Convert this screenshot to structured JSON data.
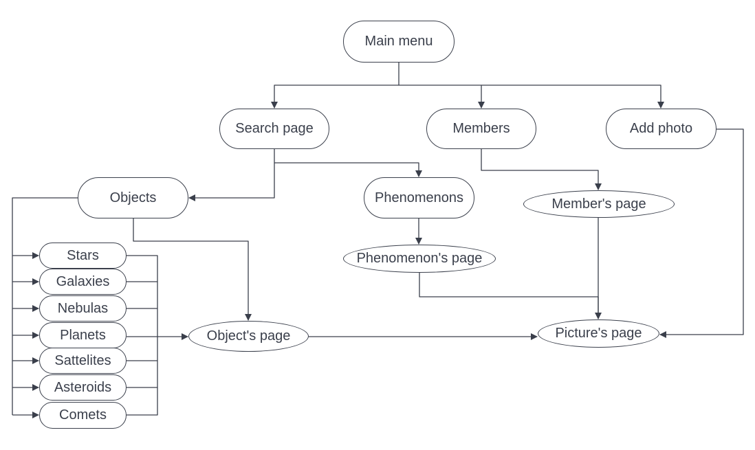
{
  "diagram": {
    "nodes": {
      "main_menu": "Main menu",
      "search_page": "Search page",
      "members": "Members",
      "add_photo": "Add photo",
      "objects": "Objects",
      "phenomenons": "Phenomenons",
      "members_page": "Member's page",
      "phenomenon_page": "Phenomenon's page",
      "stars": "Stars",
      "galaxies": "Galaxies",
      "nebulas": "Nebulas",
      "planets": "Planets",
      "sattelites": "Sattelites",
      "asteroids": "Asteroids",
      "comets": "Comets",
      "object_page": "Object's page",
      "picture_page": "Picture's page"
    },
    "edges": [
      {
        "from": "main_menu",
        "to": "search_page"
      },
      {
        "from": "main_menu",
        "to": "members"
      },
      {
        "from": "main_menu",
        "to": "add_photo"
      },
      {
        "from": "search_page",
        "to": "objects"
      },
      {
        "from": "search_page",
        "to": "phenomenons"
      },
      {
        "from": "members",
        "to": "members_page"
      },
      {
        "from": "objects",
        "to": "stars"
      },
      {
        "from": "objects",
        "to": "galaxies"
      },
      {
        "from": "objects",
        "to": "nebulas"
      },
      {
        "from": "objects",
        "to": "planets"
      },
      {
        "from": "objects",
        "to": "sattelites"
      },
      {
        "from": "objects",
        "to": "asteroids"
      },
      {
        "from": "objects",
        "to": "comets"
      },
      {
        "from": "objects",
        "to": "object_page"
      },
      {
        "from": "stars",
        "to": "object_page"
      },
      {
        "from": "galaxies",
        "to": "object_page"
      },
      {
        "from": "nebulas",
        "to": "object_page"
      },
      {
        "from": "planets",
        "to": "object_page"
      },
      {
        "from": "sattelites",
        "to": "object_page"
      },
      {
        "from": "asteroids",
        "to": "object_page"
      },
      {
        "from": "comets",
        "to": "object_page"
      },
      {
        "from": "phenomenons",
        "to": "phenomenon_page"
      },
      {
        "from": "phenomenon_page",
        "to": "picture_page"
      },
      {
        "from": "members_page",
        "to": "picture_page"
      },
      {
        "from": "object_page",
        "to": "picture_page"
      },
      {
        "from": "add_photo",
        "to": "picture_page"
      }
    ],
    "colors": {
      "stroke": "#3a3f4b",
      "background": "#ffffff"
    }
  }
}
